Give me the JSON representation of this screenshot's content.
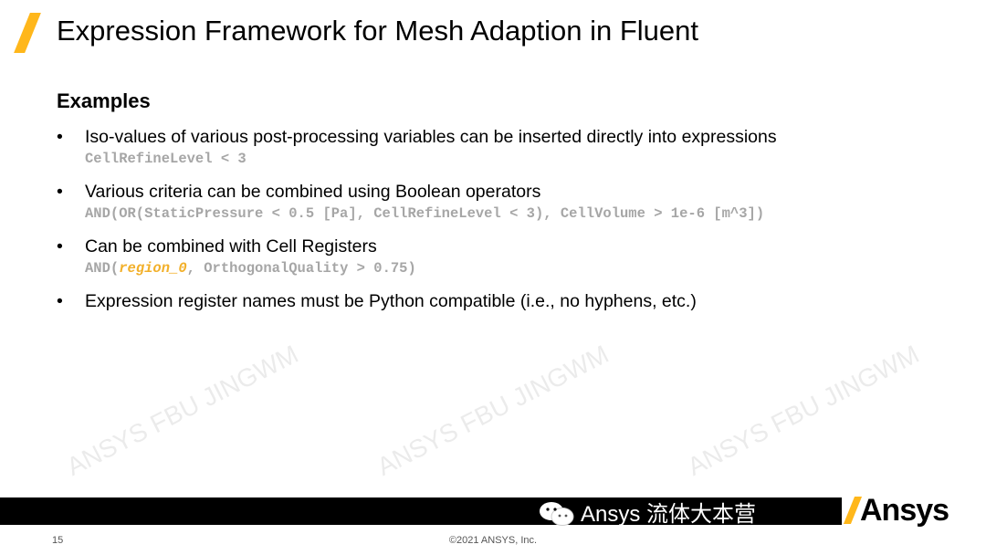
{
  "title": "Expression Framework for Mesh Adaption in Fluent",
  "section": "Examples",
  "bullets": [
    {
      "text": "Iso-values of various post-processing variables can be inserted directly into expressions",
      "code": "CellRefineLevel < 3"
    },
    {
      "text": "Various criteria can be combined using Boolean operators",
      "code": "AND(OR(StaticPressure < 0.5 [Pa], CellRefineLevel < 3), CellVolume > 1e-6 [m^3])"
    },
    {
      "text": "Can be combined with Cell Registers",
      "code_prefix": "AND(",
      "code_highlight": "region_0",
      "code_suffix": ", OrthogonalQuality > 0.75)"
    },
    {
      "text": "Expression register names must be Python compatible (i.e., no hyphens, etc.)"
    }
  ],
  "watermark": "ANSYS FBU JINGWM",
  "wechat_overlay": "Ansys 流体大本营",
  "logo": "Ansys",
  "footer": {
    "page": "15",
    "copyright": "©2021 ANSYS, Inc."
  },
  "colors": {
    "accent": "#ffb71b",
    "code": "#a6a6a6",
    "highlight": "#f2b02a"
  }
}
